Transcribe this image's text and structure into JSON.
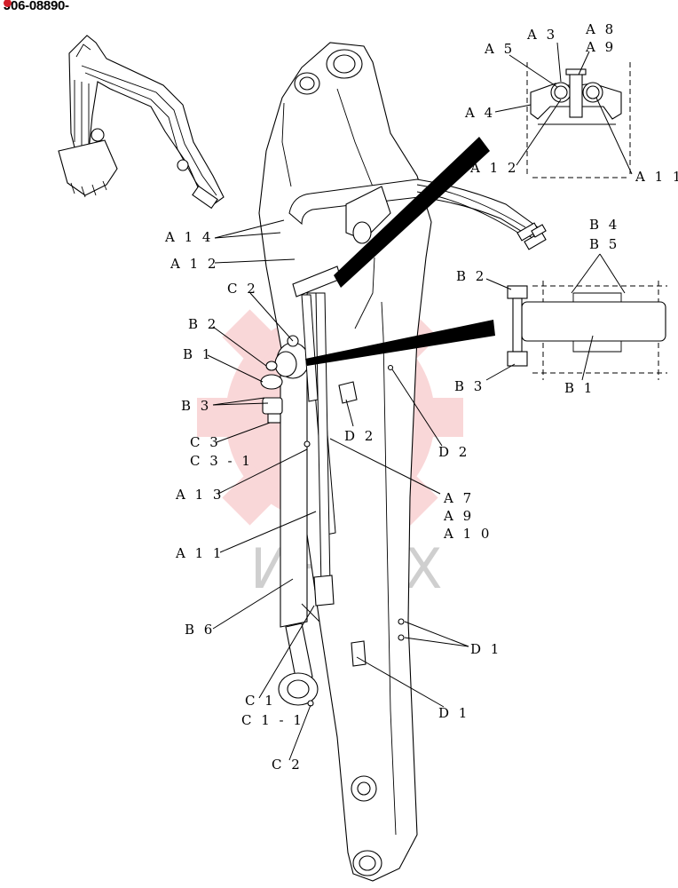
{
  "document_code": "J06-08890-",
  "watermark": "ИНТЕХ",
  "labels": {
    "a3": "A 3",
    "a5": "A 5",
    "a8": "A 8",
    "a9_top": "A 9",
    "a4": "A 4",
    "a12_detail": "A 1 2",
    "a11_detail": "A 1 1",
    "a14": "A 1 4",
    "a12": "A 1 2",
    "b4": "B 4",
    "b5": "B 5",
    "b2_detail": "B 2",
    "b3_detail": "B 3",
    "b1_detail": "B 1",
    "c2_top": "C 2",
    "b2": "B 2",
    "b1": "B 1",
    "b3": "B 3",
    "c3": "C 3",
    "c3_1": "C 3 - 1",
    "d2_a": "D 2",
    "d2_b": "D 2",
    "a13": "A 1 3",
    "a7": "A 7",
    "a9": "A 9",
    "a10": "A 1 0",
    "a11": "A 1 1",
    "b6": "B 6",
    "d1_a": "D 1",
    "d1_b": "D 1",
    "c1": "C 1",
    "c1_1": "C 1 - 1",
    "c2_bottom": "C 2"
  },
  "colors": {
    "ink": "#000000",
    "watermark": "#e32630"
  }
}
